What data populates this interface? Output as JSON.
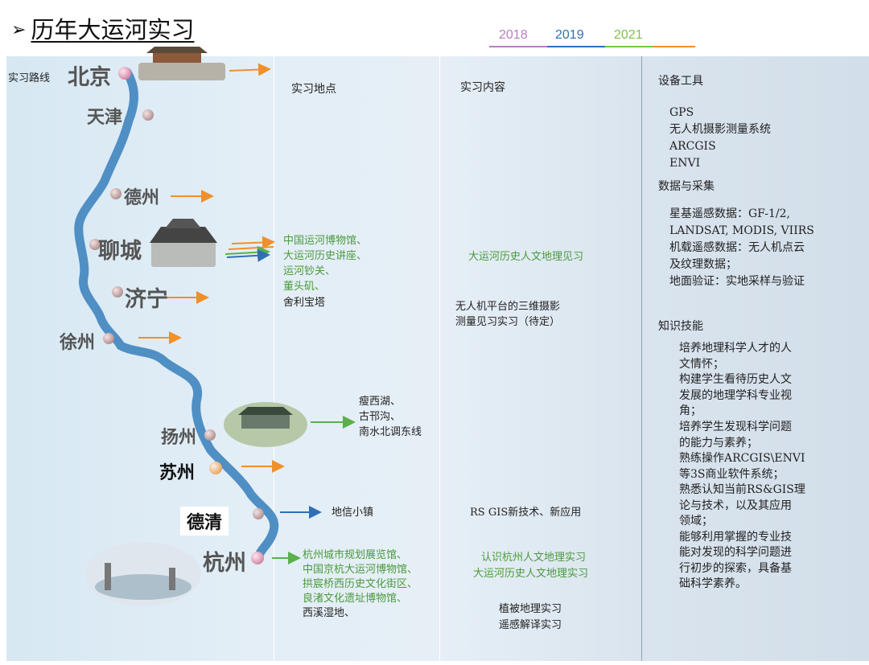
{
  "header": {
    "arrow": "➢",
    "title": "历年大运河实习",
    "years": [
      {
        "label": "2018",
        "color": "#b77fc0"
      },
      {
        "label": "2019",
        "color": "#2f6fb5"
      },
      {
        "label": "2021",
        "color": "#7cc24a"
      }
    ],
    "extra_line_color": "#f0902a"
  },
  "route": {
    "label": "实习路线",
    "cities": [
      "北京",
      "天津",
      "德州",
      "聊城",
      "济宁",
      "徐州",
      "扬州",
      "苏州",
      "德清",
      "杭州"
    ]
  },
  "columns": {
    "location": "实习地点",
    "content": "实习内容",
    "equipment": "设备工具"
  },
  "locations": {
    "liaocheng": [
      "中国运河博物馆、",
      "大运河历史讲座、",
      "运河钞关、",
      "董头矶、"
    ],
    "jining": "舍利宝塔",
    "yangzhou": [
      "瘦西湖、",
      "古邗沟、",
      "南水北调东线"
    ],
    "deqing": "地信小镇",
    "hangzhou": [
      "杭州城市规划展览馆、",
      "中国京杭大运河博物馆、",
      "拱宸桥西历史文化街区、",
      "良渚文化遗址博物馆、",
      "西溪湿地、"
    ]
  },
  "contents": {
    "liaocheng": "大运河历史人文地理见习",
    "jining": [
      "无人机平台的三维摄影",
      "测量见习实习（待定）"
    ],
    "deqing": "RS GIS新技术、新应用",
    "hangzhou_green": [
      "认识杭州人文地理实习",
      "大运河历史人文地理实习"
    ],
    "hangzhou_dark": [
      "植被地理实习",
      "遥感解译实习"
    ]
  },
  "equipment": {
    "tools": [
      "GPS",
      "无人机摄影测量系统",
      "ARCGIS",
      "ENVI"
    ],
    "data_heading": "数据与采集",
    "data": [
      "星基遥感数据：GF-1/2,",
      "LANDSAT, MODIS, VIIRS",
      "机载遥感数据：无人机点云",
      "及纹理数据；",
      "地面验证：实地采样与验证"
    ],
    "skills_heading": "知识技能",
    "skills_green": [
      "培养地理科学人才的人",
      "文情怀；",
      "构建学生看待历史人文",
      "发展的地理学科专业视",
      "角；"
    ],
    "skills_dark": [
      "培养学生发现科学问题",
      "的能力与素养；",
      "熟练操作ARCGIS\\ENVI",
      "等3S商业软件系统；",
      "熟悉认知当前RS&GIS理",
      "论与技术，以及其应用",
      "领域；",
      "能够利用掌握的专业技",
      "能对发现的科学问题进",
      "行初步的探索，具备基",
      "础科学素养。"
    ]
  },
  "colors": {
    "river": "#4f8fc4",
    "arrow_orange": "#f0902a",
    "arrow_green": "#5ab04a",
    "arrow_blue": "#2f6fb5",
    "text_green": "#4a9a3c"
  }
}
